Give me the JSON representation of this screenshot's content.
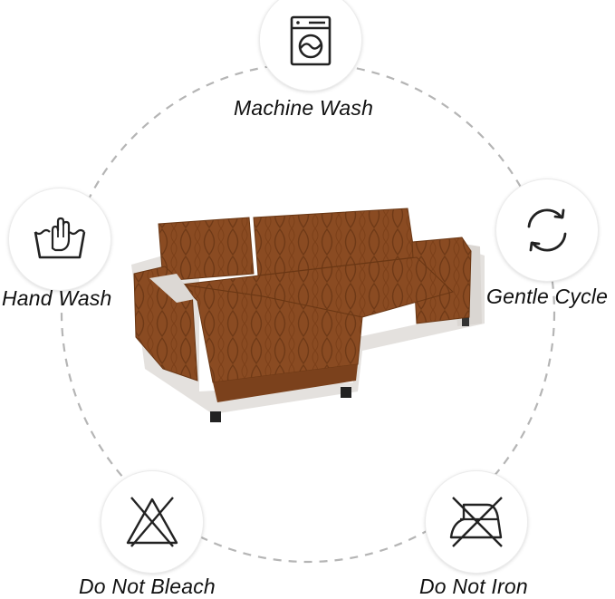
{
  "colors": {
    "ring": "#b5b5b5",
    "icon_stroke": "#222222",
    "cover_brown": "#8a4b22",
    "cover_brown_dark": "#6f3a17",
    "sofa_frame": "#e4e1de"
  },
  "features": [
    {
      "id": "machine-wash",
      "label": "Machine Wash",
      "icon": "washing-machine-icon"
    },
    {
      "id": "hand-wash",
      "label": "Hand Wash",
      "icon": "hand-wash-icon"
    },
    {
      "id": "gentle-cycle",
      "label": "Gentle Cycle",
      "icon": "cycle-arrows-icon"
    },
    {
      "id": "do-not-bleach",
      "label": "Do Not Bleach",
      "icon": "no-bleach-icon"
    },
    {
      "id": "do-not-iron",
      "label": "Do Not Iron",
      "icon": "no-iron-icon"
    }
  ],
  "product": {
    "image": "l-shaped-sofa-cover-photo"
  }
}
